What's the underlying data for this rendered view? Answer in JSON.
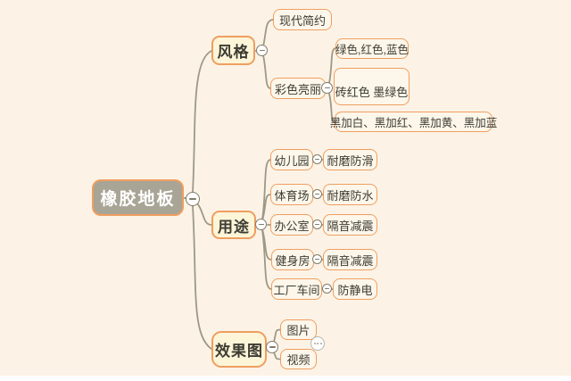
{
  "palette": {
    "background": "#fcf3e6",
    "footer_strip": "#ffffff",
    "node_border": "#ef9e60",
    "root_fill": "#a8a596",
    "root_text": "#ffffff",
    "branch_fill": "#fdf5d8",
    "leaf_fill": "#fdf6ea",
    "text": "#3d3c33",
    "connector": "#9c9987",
    "collapse_knob": "#7f7c6c"
  },
  "icons": {
    "collapse": "minus-circle",
    "more": "ellipsis-circle"
  },
  "mindmap": {
    "root": {
      "label": "橡胶地板"
    },
    "branches": [
      {
        "label": "风格",
        "children": [
          {
            "label": "现代简约",
            "children": []
          },
          {
            "label": "彩色亮丽",
            "children": [
              {
                "label": "绿色,红色,蓝色"
              },
              {
                "label": "砖红色 墨绿色"
              },
              {
                "label": "黑加白、黑加红、黑加黄、黑加蓝"
              }
            ]
          }
        ]
      },
      {
        "label": "用途",
        "children": [
          {
            "label": "幼儿园",
            "children": [
              {
                "label": "耐磨防滑"
              }
            ]
          },
          {
            "label": "体育场",
            "children": [
              {
                "label": "耐磨防水"
              }
            ]
          },
          {
            "label": "办公室",
            "children": [
              {
                "label": "隔音减震"
              }
            ]
          },
          {
            "label": "健身房",
            "children": [
              {
                "label": "隔音减震"
              }
            ]
          },
          {
            "label": "工厂车间",
            "children": [
              {
                "label": "防静电"
              }
            ]
          }
        ]
      },
      {
        "label": "效果图",
        "children": [
          {
            "label": "图片"
          },
          {
            "label": "视频"
          }
        ]
      }
    ]
  }
}
